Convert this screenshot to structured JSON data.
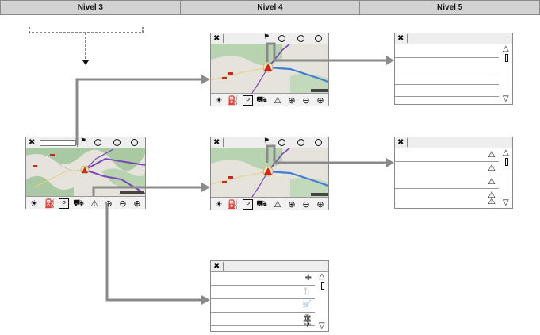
{
  "header": {
    "col1": "Nivel 3",
    "col2": "Nivel 4",
    "col3": "Nivel 5"
  },
  "icons": {
    "close": "✖",
    "warning": "⚠",
    "parking": "P",
    "scroll_up": "△",
    "scroll_down": "▽",
    "zoom_out": "⊖",
    "zoom_in": "⊕",
    "poi_list": [
      "✚",
      "🍴",
      "🛒",
      "🏛",
      "✈"
    ]
  },
  "colors": {
    "arrow": "#8a8a8a",
    "route_purple": "#7a47b8",
    "route_blue": "#3f7fd6",
    "marker_red": "#d02424",
    "map_green": "#9ec59a",
    "map_bg": "#e8e4df"
  }
}
